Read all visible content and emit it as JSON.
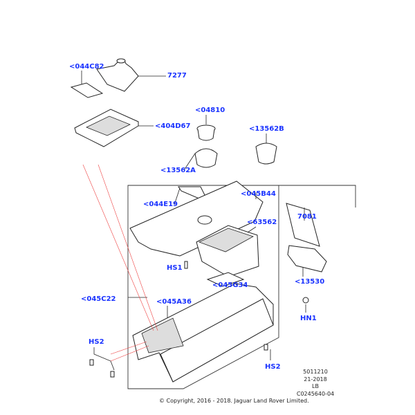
{
  "labels": {
    "l_044C82": "<044C82",
    "l_7277": "7277",
    "l_404D67": "<404D67",
    "l_04810": "<04810",
    "l_13562B": "<13562B",
    "l_13562A": "<13562A",
    "l_045B44": "<045B44",
    "l_044E19": "<044E19",
    "l_7081": "7081",
    "l_63562": "<63562",
    "l_HS1": "HS1",
    "l_045G34": "<045G34",
    "l_13530": "<13530",
    "l_045C22": "<045C22",
    "l_045A36": "<045A36",
    "l_HN1": "HN1",
    "l_HS2a": "HS2",
    "l_HS2b": "HS2"
  },
  "footer": {
    "code1": "5011210",
    "code2": "21-2018",
    "code3": "LB",
    "code4": "C0245640-04",
    "copyright": "© Copyright, 2016 - 2018. Jaguar Land Rover Limited."
  },
  "colors": {
    "label": "#1a33ff",
    "lines": "#222222",
    "guide": "#ee4444"
  }
}
